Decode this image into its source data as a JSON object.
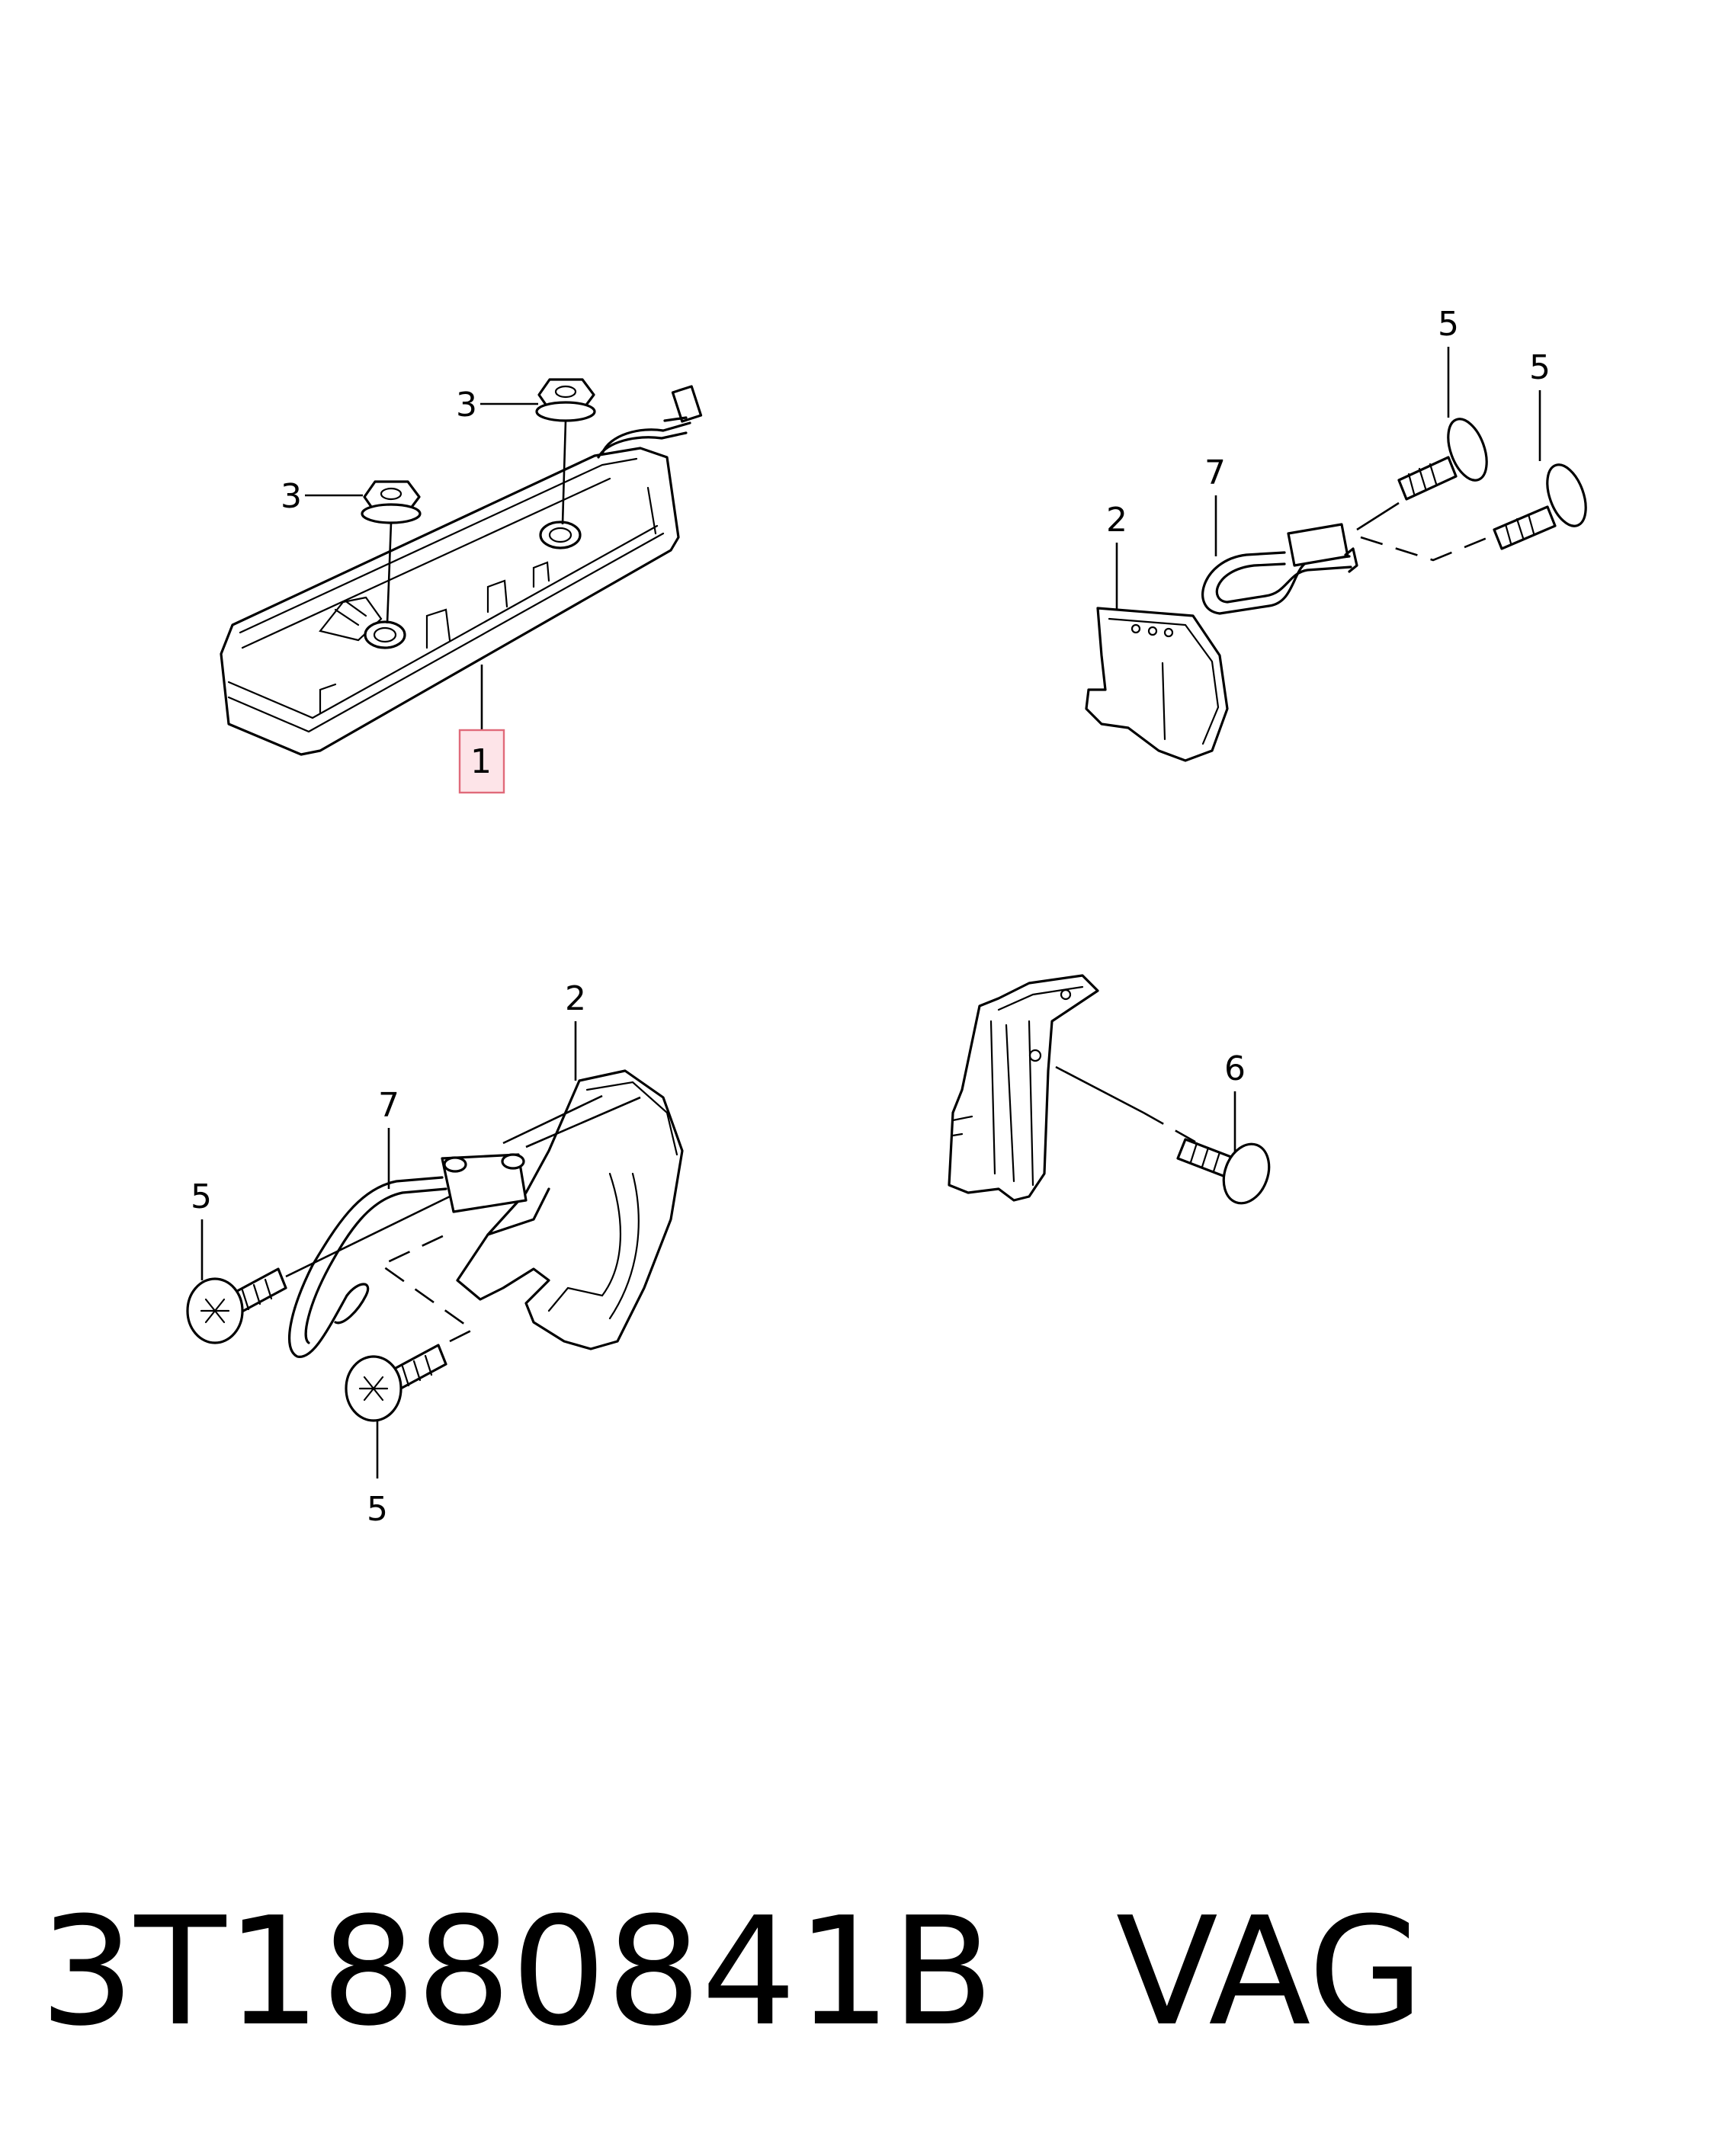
{
  "callouts": {
    "part_1": "1",
    "part_2": "2",
    "part_3": "3",
    "part_5": "5",
    "part_6": "6",
    "part_7": "7"
  },
  "highlighted_callout": "1",
  "highlight_color": "#fde4e8",
  "footer": {
    "part_number": "3T1880841B",
    "brand": "VAG"
  }
}
